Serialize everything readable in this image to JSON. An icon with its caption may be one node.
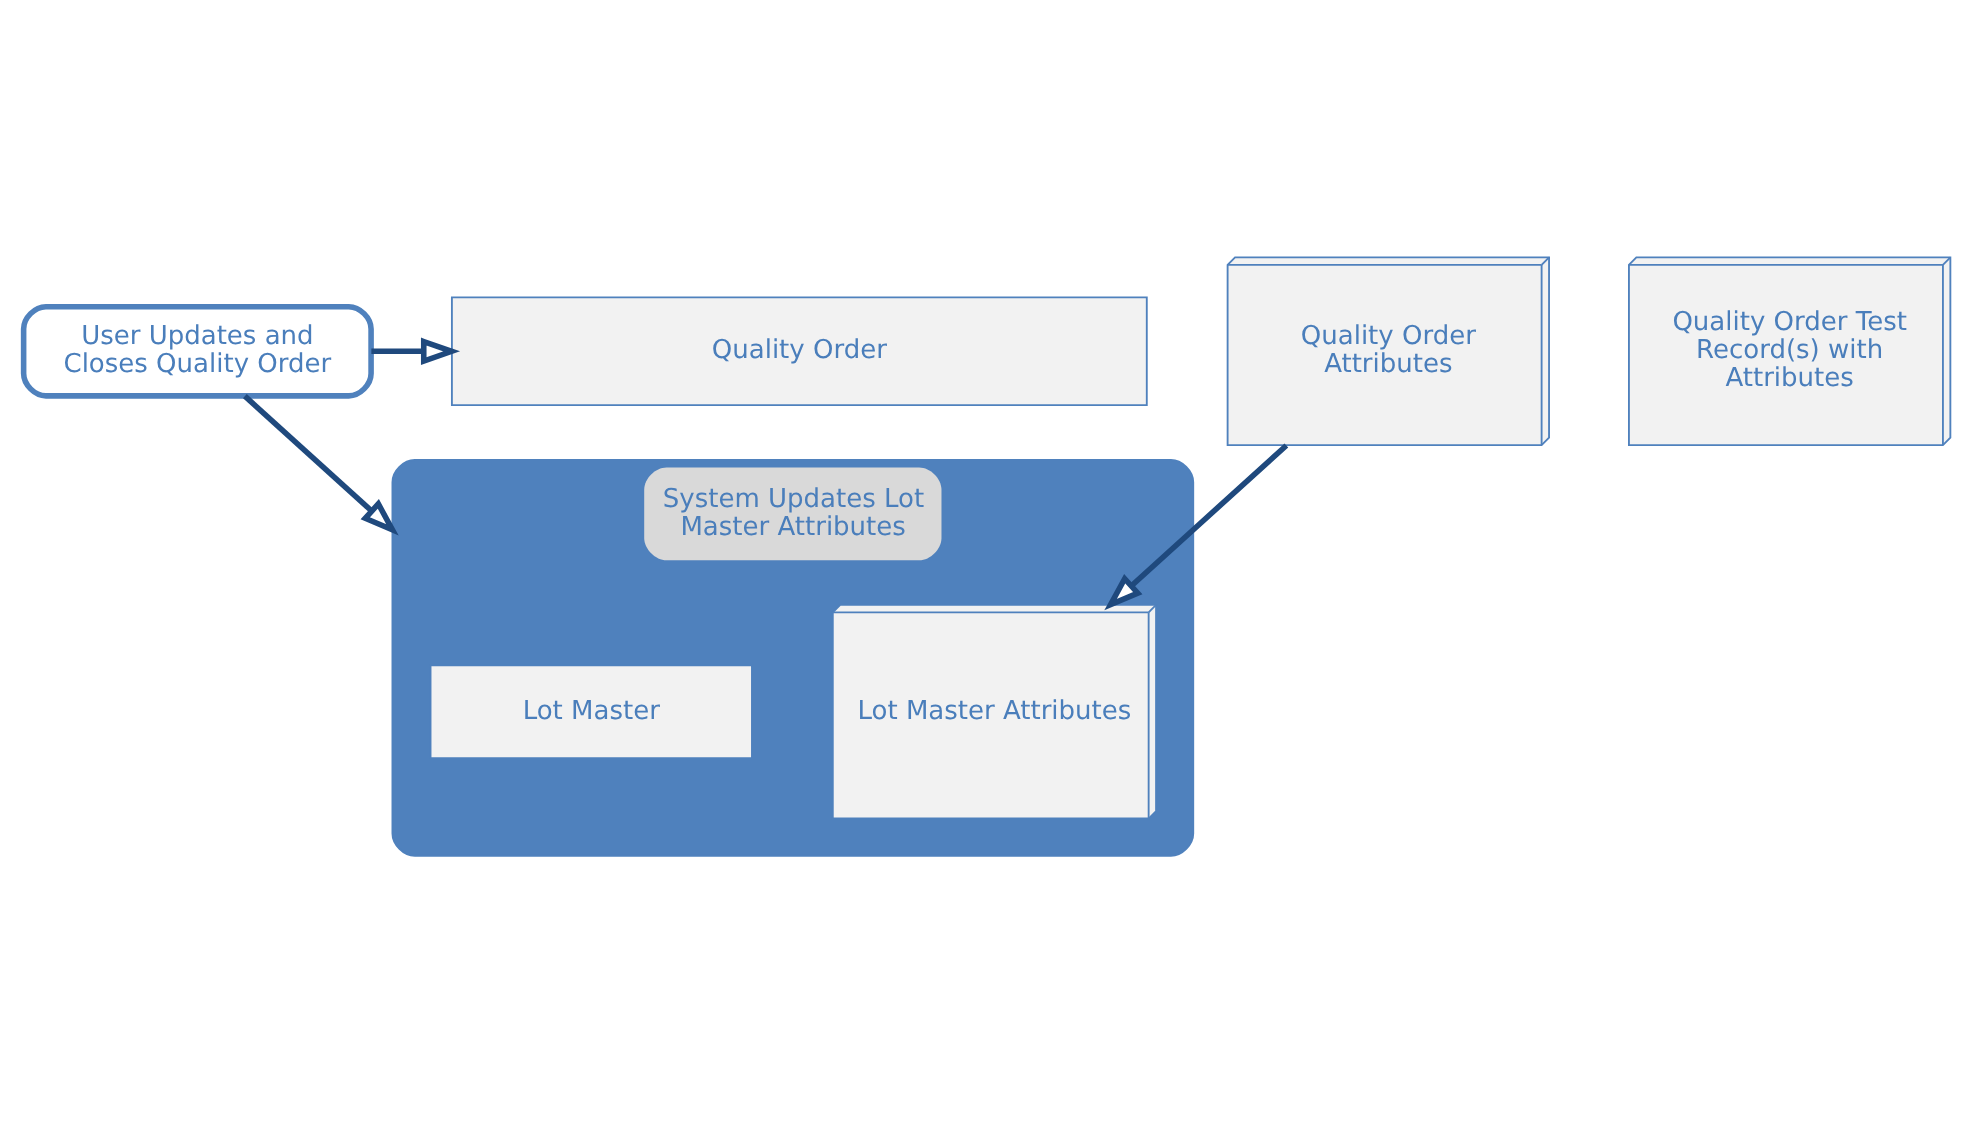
{
  "diagram": {
    "nodes": [
      {
        "text": [
          "User Updates and Closes Quality Order"
        ]
      },
      {
        "text": [
          "Quality Order"
        ]
      },
      {
        "text": [
          "Quality Order Attributes"
        ]
      },
      {
        "text": [
          "Quality Order Test Record(s) with Attributes"
        ]
      },
      {
        "text": [
          "System Updates Lot Master Attributes"
        ]
      },
      {
        "text": [
          "Lot Master"
        ],
        "in": 4
      },
      {
        "text": [
          "Lot Master Attributes"
        ],
        "in": 4
      }
    ],
    "edges": [
      {
        "from": 0,
        "to": 1,
        "arrow": "to"
      },
      {
        "from": 0,
        "to": 4,
        "arrow": "to"
      },
      {
        "from": 2,
        "to": 6,
        "arrow": "to"
      }
    ]
  }
}
